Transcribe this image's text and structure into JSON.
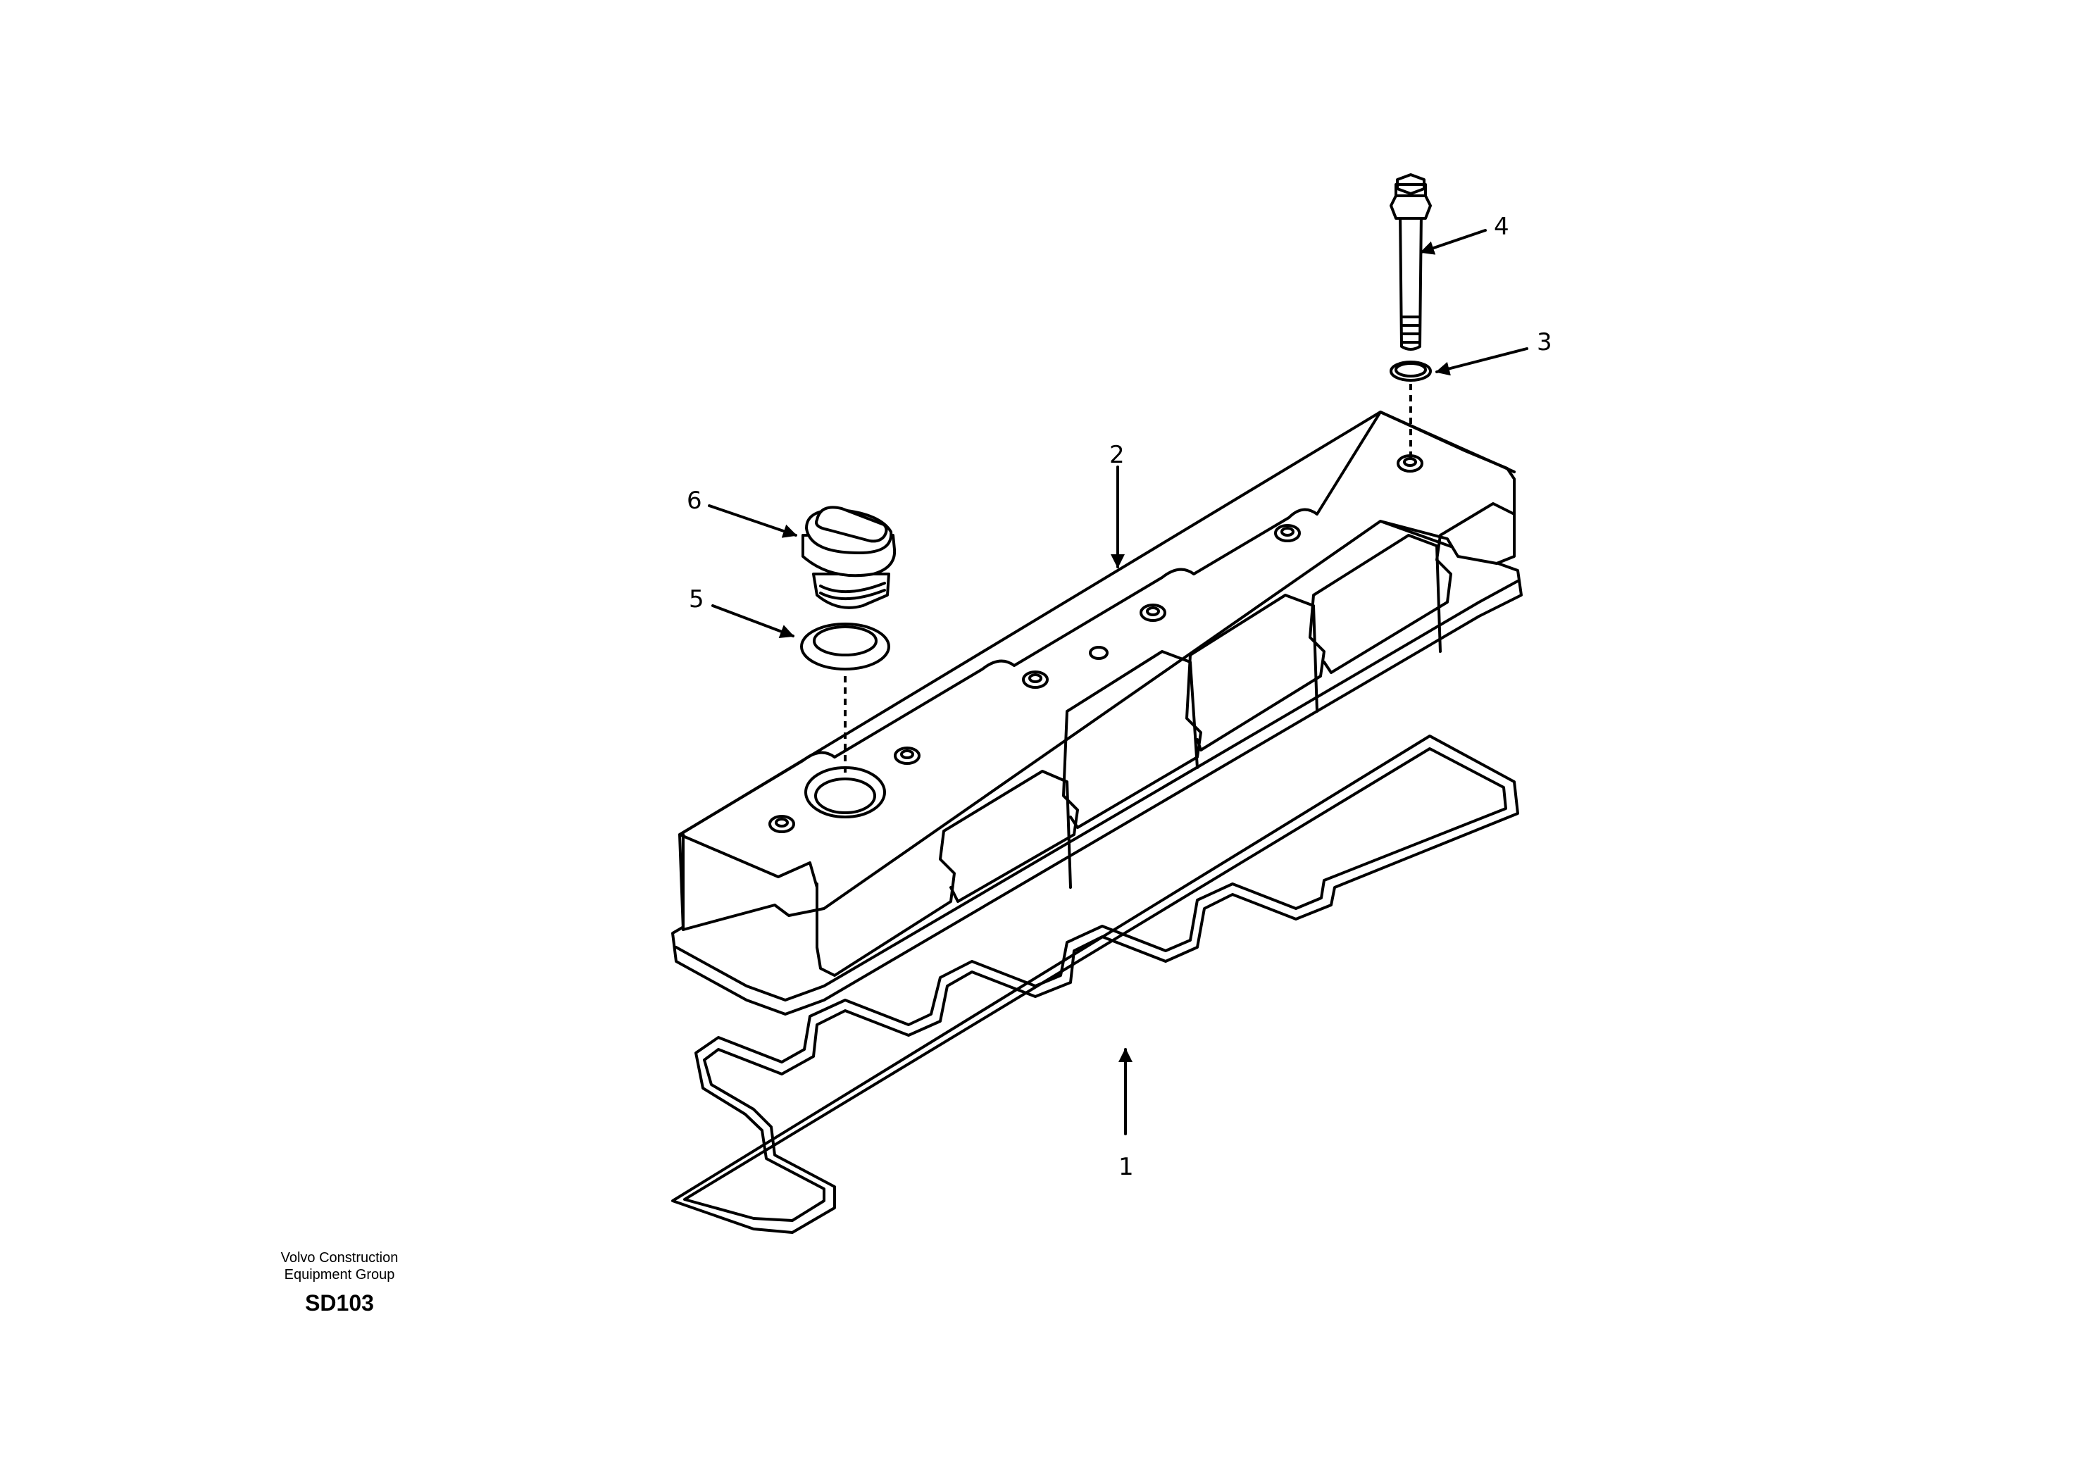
{
  "diagram": {
    "callouts": [
      {
        "id": "1",
        "label": "1"
      },
      {
        "id": "2",
        "label": "2"
      },
      {
        "id": "3",
        "label": "3"
      },
      {
        "id": "4",
        "label": "4"
      },
      {
        "id": "5",
        "label": "5"
      },
      {
        "id": "6",
        "label": "6"
      }
    ]
  },
  "footer": {
    "company_line1": "Volvo Construction",
    "company_line2": "Equipment Group",
    "drawing_code": "SD103"
  }
}
